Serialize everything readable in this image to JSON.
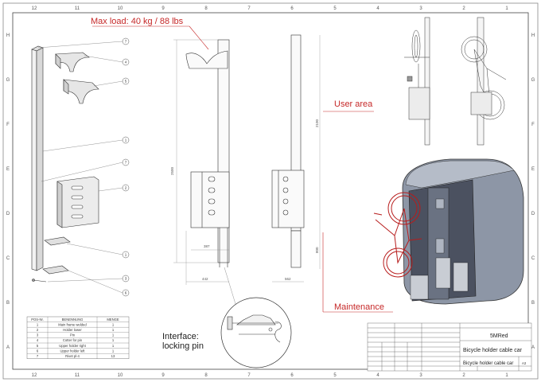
{
  "border": {
    "columns": [
      "12",
      "11",
      "10",
      "9",
      "8",
      "7",
      "6",
      "5",
      "4",
      "3",
      "2",
      "1"
    ],
    "rows": [
      "H",
      "G",
      "F",
      "E",
      "D",
      "C",
      "B",
      "A"
    ]
  },
  "annotations": {
    "max_load": "Max load: 40 kg / 88 lbs",
    "user_area": "User area",
    "maintenance": "Maintenance",
    "interface_line1": "Interface:",
    "interface_line2": "locking pin"
  },
  "callouts": [
    "7",
    "4",
    "5",
    "1",
    "7",
    "2",
    "1",
    "3",
    "6"
  ],
  "dimensions": {
    "height_front": "2500",
    "width_bracket": "387",
    "width_base": "442",
    "height_side": "2100",
    "depth_side": "562",
    "height_lower": "800"
  },
  "bom": {
    "headers": [
      "POS-Nr.",
      "BENENNUNG",
      "MENGE"
    ],
    "rows": [
      [
        "1",
        "Main frame welded",
        "1"
      ],
      [
        "2",
        "Holder lower",
        "1"
      ],
      [
        "3",
        "Pin",
        "1"
      ],
      [
        "4",
        "Cotter for pin",
        "1"
      ],
      [
        "5",
        "Upper holder right",
        "1"
      ],
      [
        "6",
        "Upper holder left",
        "1"
      ],
      [
        "7",
        "Rivet pl-4",
        "13"
      ]
    ]
  },
  "title_block": {
    "company": "5MRed",
    "title": "Bicycle holder cable car",
    "sheet": "A3"
  },
  "colors": {
    "line": "#333333",
    "annotation_red": "#c62828",
    "bike_red": "#b71c1c",
    "cabin_fill": "#8d96a6"
  }
}
